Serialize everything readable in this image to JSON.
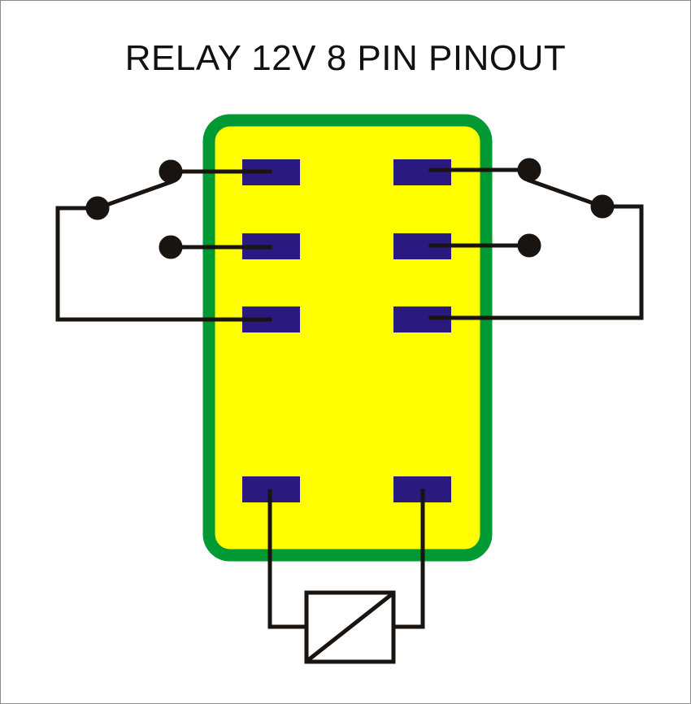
{
  "title": "RELAY 12V 8 PIN PINOUT",
  "colors": {
    "body_fill": "#ffff00",
    "body_border": "#009933",
    "pin": "#2a1a80",
    "wire": "#1a1410",
    "background": "#ffffff"
  },
  "components": {
    "relay_body": "relay-body",
    "pins": [
      "pin-left-1",
      "pin-left-2",
      "pin-left-3",
      "pin-right-1",
      "pin-right-2",
      "pin-right-3",
      "pin-coil-left",
      "pin-coil-right"
    ],
    "switches": [
      "switch-left",
      "switch-right"
    ],
    "coil": "relay-coil"
  }
}
